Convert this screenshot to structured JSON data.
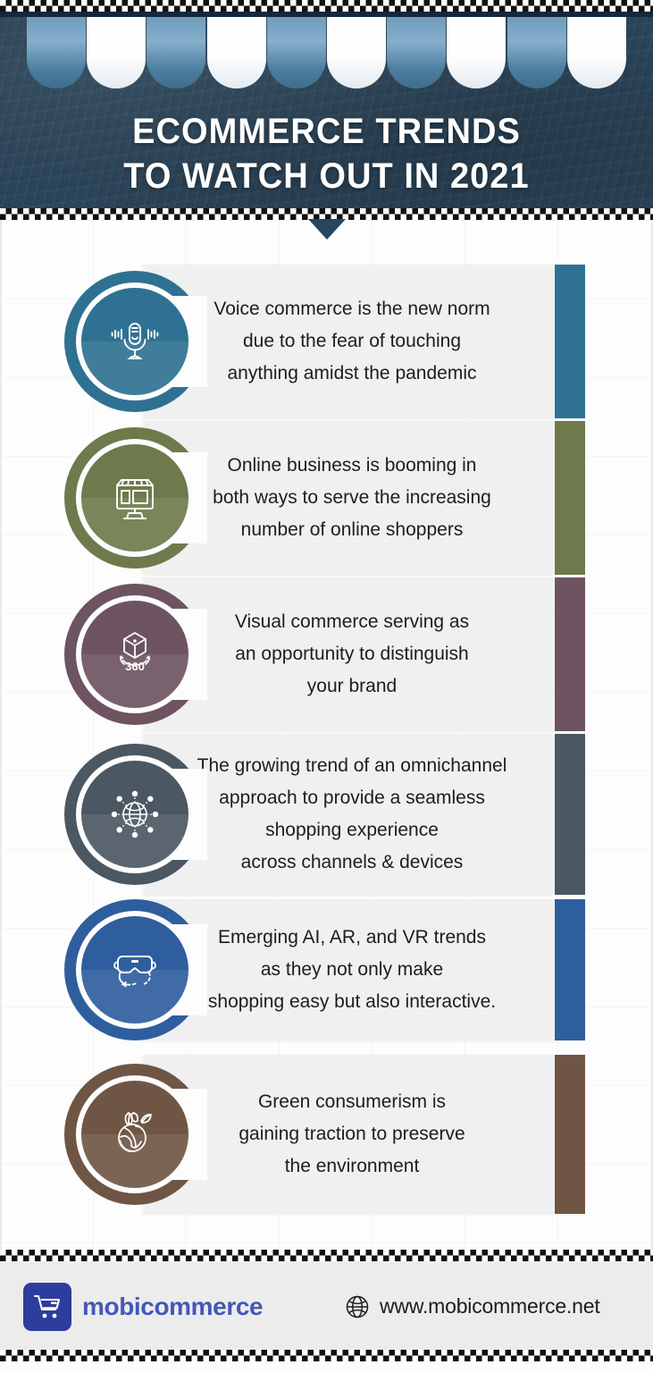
{
  "header": {
    "title_line1": "ECOMMERCE TRENDS",
    "title_line2": "TO WATCH OUT IN 2021",
    "awning_pattern": [
      "blue",
      "white",
      "blue",
      "white",
      "blue",
      "white",
      "blue",
      "white",
      "blue",
      "white"
    ],
    "bg_color": "#2b4458",
    "pointer_color": "#29465c"
  },
  "trends": [
    {
      "icon": "microphone-voice-icon",
      "color": "#2f7192",
      "ring_color": "#2f7192",
      "line1": "Voice commerce is the new norm",
      "line2": "due to the fear of touching",
      "line3": "anything amidst the pandemic",
      "line4": ""
    },
    {
      "icon": "online-store-monitor-icon",
      "color": "#6e7a4b",
      "ring_color": "#6e7a4b",
      "line1": "Online business is booming in",
      "line2": "both ways to serve the increasing",
      "line3": "number of online shoppers",
      "line4": ""
    },
    {
      "icon": "cube-360-rotate-icon",
      "color": "#6d5460",
      "ring_color": "#6d5460",
      "line1": "Visual commerce serving as",
      "line2": "an opportunity to distinguish",
      "line3": "your brand",
      "line4": ""
    },
    {
      "icon": "globe-network-omnichannel-icon",
      "color": "#4b5763",
      "ring_color": "#4b5763",
      "line1": "The growing trend of an omnichannel",
      "line2": "approach to provide a seamless",
      "line3": "shopping experience",
      "line4": "across channels & devices"
    },
    {
      "icon": "vr-headset-icon",
      "color": "#2f5e9e",
      "ring_color": "#2f5e9e",
      "line1": "Emerging AI, AR, and VR trends",
      "line2": "as they not only make",
      "line3": "shopping easy but also interactive.",
      "line4": ""
    },
    {
      "icon": "earth-leaf-green-icon",
      "color": "#6f5644",
      "ring_color": "#6f5644",
      "line1": "Green consumerism is",
      "line2": "gaining traction to preserve",
      "line3": "the environment",
      "line4": ""
    }
  ],
  "footer": {
    "logo_icon": "shopping-cart-icon",
    "brand": "mobicommerce",
    "brand_color": "#4458b8",
    "logo_tile_color": "#2e3c9e",
    "globe_icon": "globe-icon",
    "url": "www.mobicommerce.net"
  }
}
